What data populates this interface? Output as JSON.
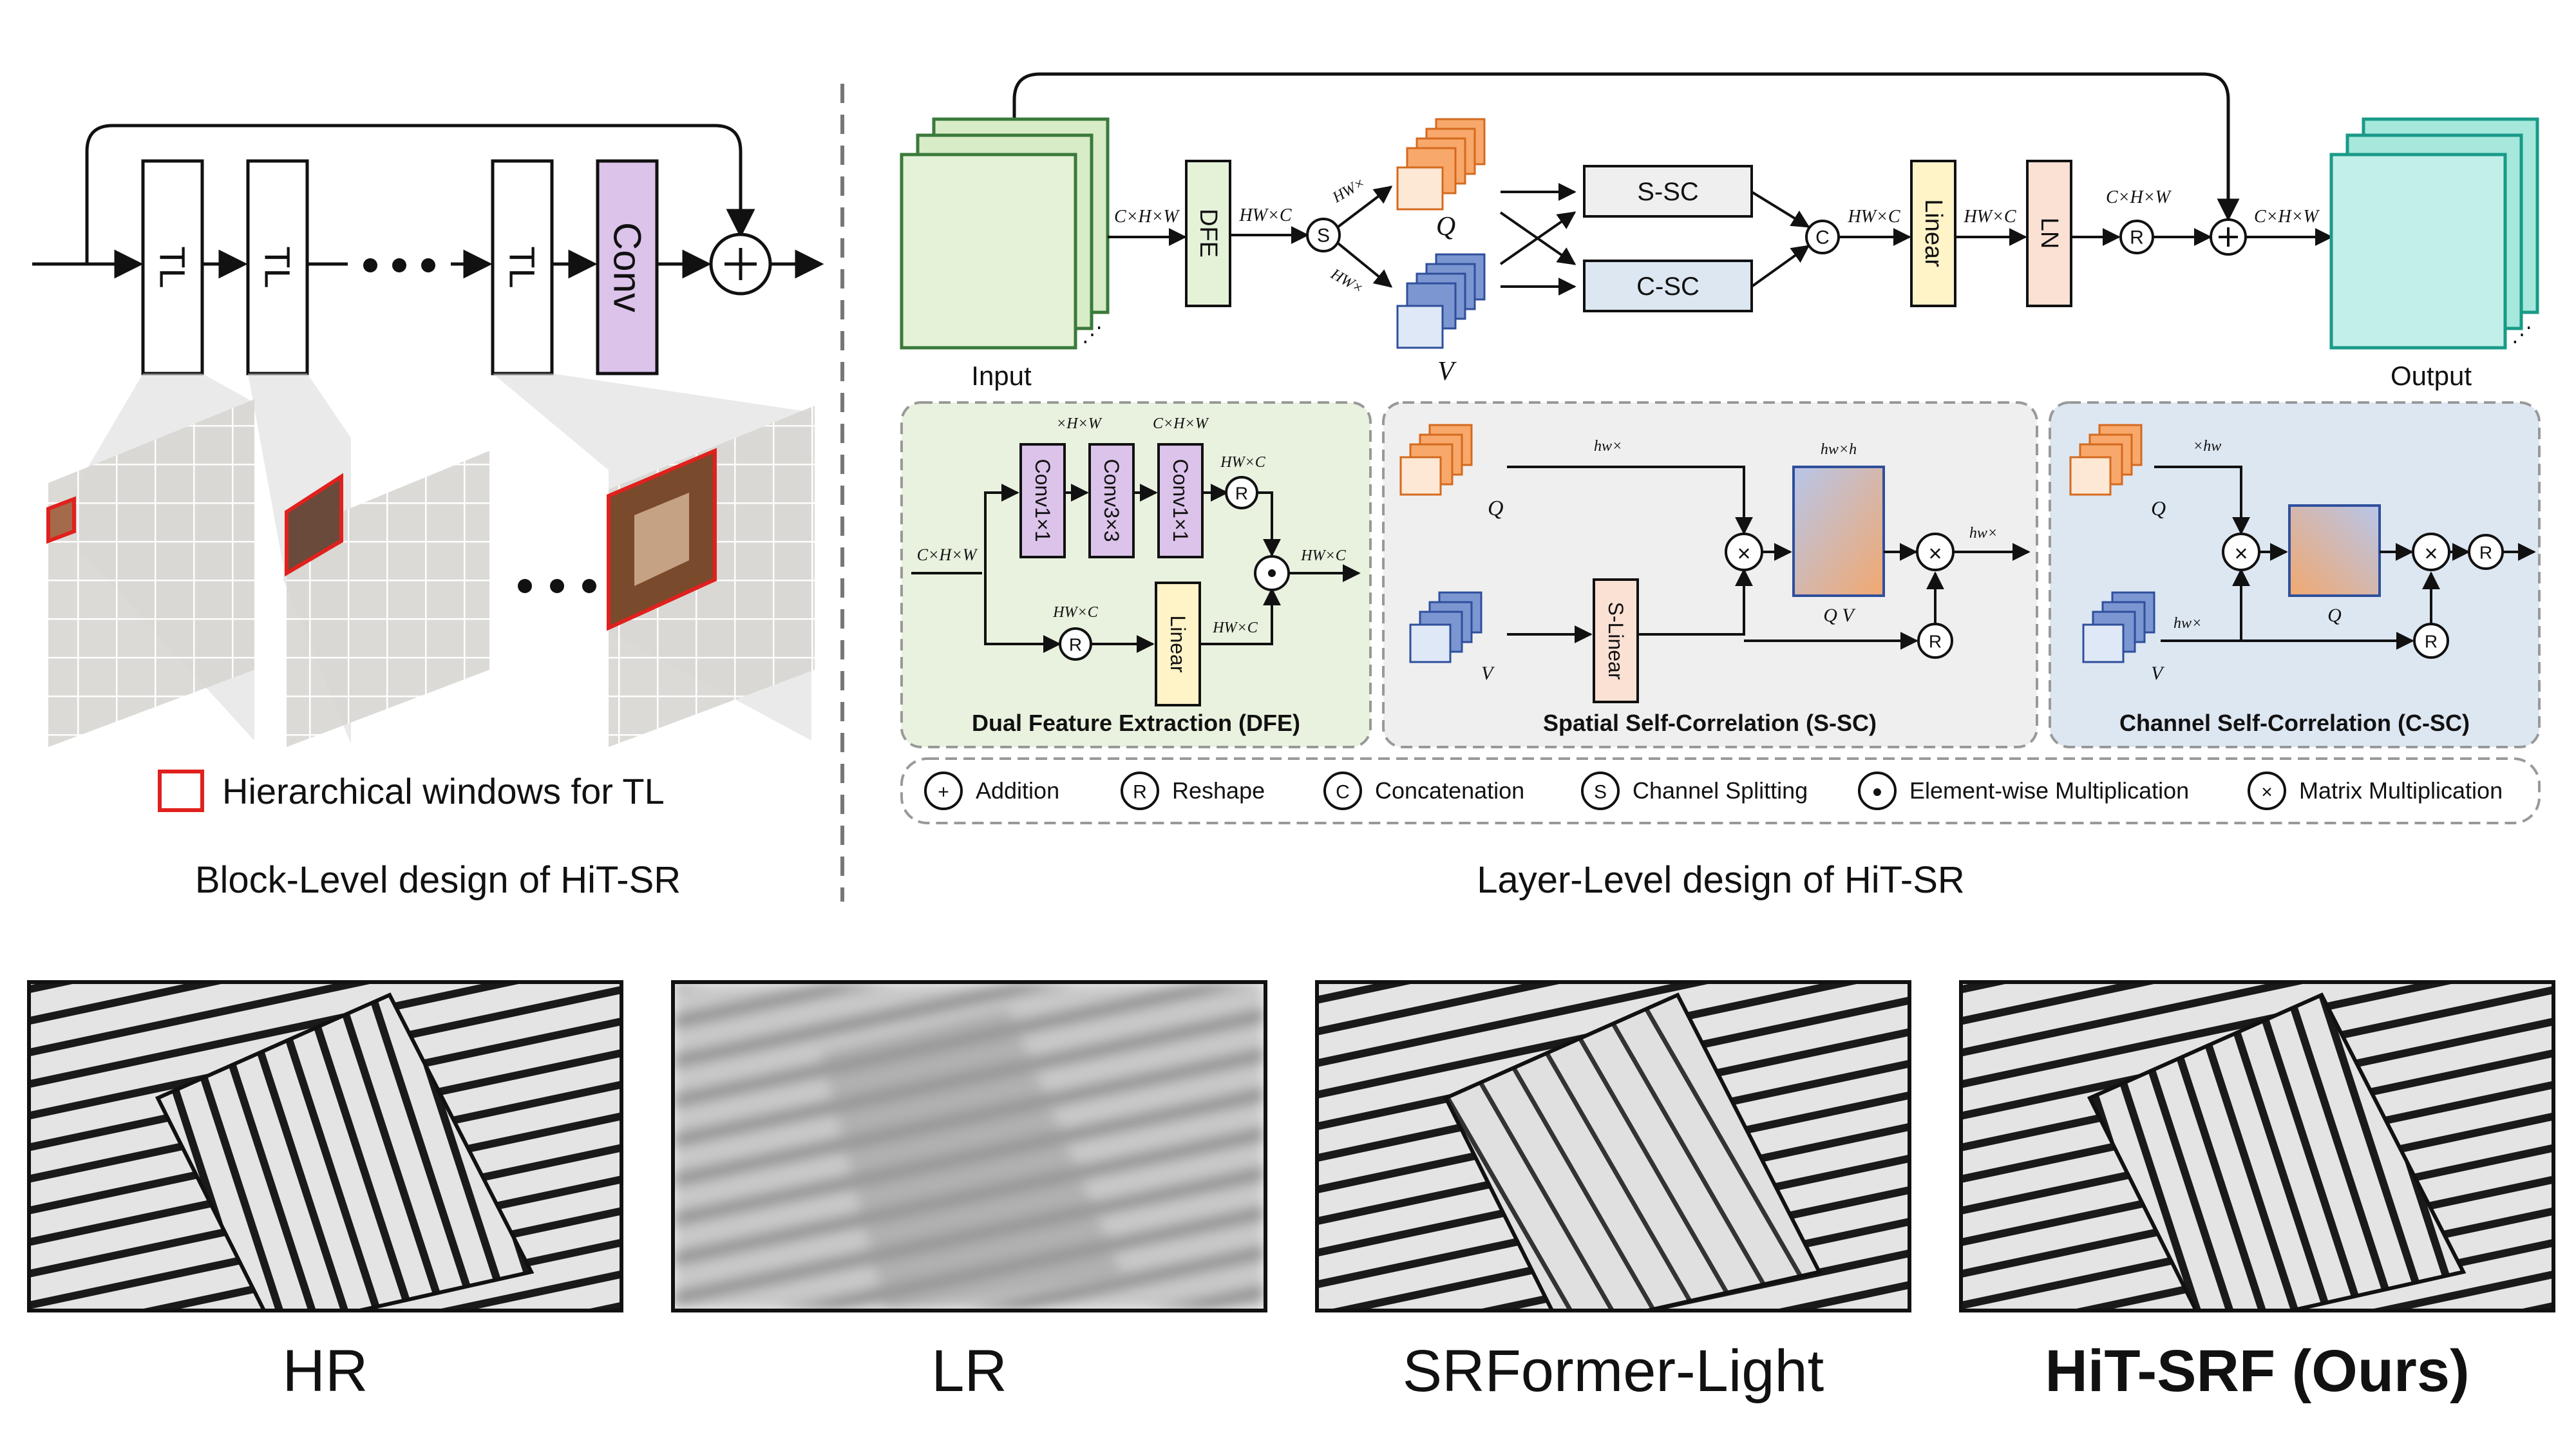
{
  "block_level": {
    "tl_label": "TL",
    "conv_label": "Conv",
    "legend_text": "Hierarchical windows for TL",
    "caption": "Block-Level design of HiT-SR"
  },
  "layer_level": {
    "caption": "Layer-Level design of HiT-SR",
    "input_label": "Input",
    "output_label": "Output",
    "dfe": "DFE",
    "ssc": "S-SC",
    "csc": "C-SC",
    "linear": "Linear",
    "ln": "LN",
    "q": "Q",
    "v": "V",
    "chw": "C×H×W",
    "hwc": "HW×C",
    "hw_c2": "HW×",
    "s": "S",
    "c": "C",
    "r": "R"
  },
  "panels": {
    "dfe_title": "Dual Feature Extraction (DFE)",
    "ssc_title": "Spatial Self-Correlation (S-SC)",
    "csc_title": "Channel Self-Correlation (C-SC)",
    "conv1": "Conv1×1",
    "conv3": "Conv3×3",
    "conv1b": "Conv1×1",
    "linear": "Linear",
    "slinear": "S-Linear",
    "dfe_top": "×H×W",
    "dfe_chw": "C×H×W",
    "dfe_hwc": "HW×C",
    "ssc_hw": "hw×",
    "ssc_hwhw": "hw×h",
    "ssc_qv": "Q V",
    "csc_qtv": "Q",
    "csc_hw": "×hw",
    "csc_hwx": "hw×"
  },
  "legend": [
    {
      "sym": "+",
      "label": "Addition"
    },
    {
      "sym": "R",
      "label": "Reshape"
    },
    {
      "sym": "C",
      "label": "Concatenation"
    },
    {
      "sym": "S",
      "label": "Channel Splitting"
    },
    {
      "sym": "•",
      "label": "Element-wise Multiplication"
    },
    {
      "sym": "×",
      "label": "Matrix Multiplication"
    }
  ],
  "comparison": [
    {
      "label": "HR",
      "bold": false,
      "style": "sharp"
    },
    {
      "label": "LR",
      "bold": false,
      "style": "blurry"
    },
    {
      "label": "SRFormer-Light",
      "bold": false,
      "style": "wrong"
    },
    {
      "label": "HiT-SRF (Ours)",
      "bold": true,
      "style": "sharp"
    }
  ],
  "colors": {
    "green_panel": "#e9f2df",
    "gray_panel": "#efefef",
    "blue_panel": "#dde7f2",
    "purple": "#dcc3ea",
    "orange": "#f5a36a",
    "blue": "#7b96d1",
    "teal": "#a6e8dc",
    "red": "#e0211d"
  }
}
